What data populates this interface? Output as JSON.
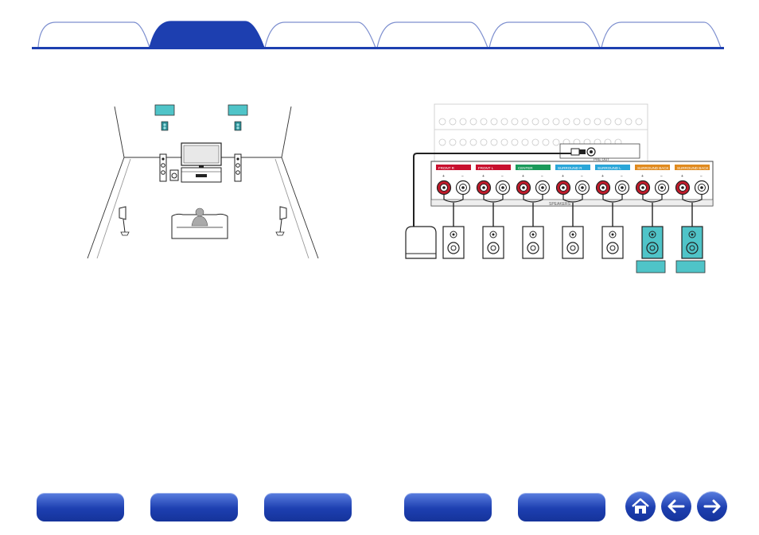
{
  "tabs": [
    {
      "label": "",
      "active": false
    },
    {
      "label": "",
      "active": true
    },
    {
      "label": "",
      "active": false
    },
    {
      "label": "",
      "active": false
    },
    {
      "label": "",
      "active": false
    },
    {
      "label": "",
      "active": false
    }
  ],
  "colors": {
    "tab_active": "#1d3fb0",
    "tab_outline": "#7d8fcf",
    "highlight_speaker": "#4fc4c8",
    "terminal_red": "#c01a2a",
    "label_front": "#c8102e",
    "label_center": "#1a9a5a",
    "label_surround": "#2aa6d8",
    "label_surround_back": "#e08a1e",
    "nav_button": "#1d3fb0"
  },
  "receiver": {
    "terminal_labels": [
      "FRONT R",
      "FRONT L",
      "CENTER",
      "SURROUND R",
      "SURROUND L",
      "SURROUND BACK R",
      "SURROUND BACK L"
    ],
    "speakers_label": "SPEAKERS",
    "pre_out_label": "PRE OUT"
  },
  "nav": {
    "buttons": [
      "",
      "",
      "",
      "",
      ""
    ],
    "home_icon": "home-icon",
    "back_icon": "arrow-left-icon",
    "forward_icon": "arrow-right-icon"
  }
}
